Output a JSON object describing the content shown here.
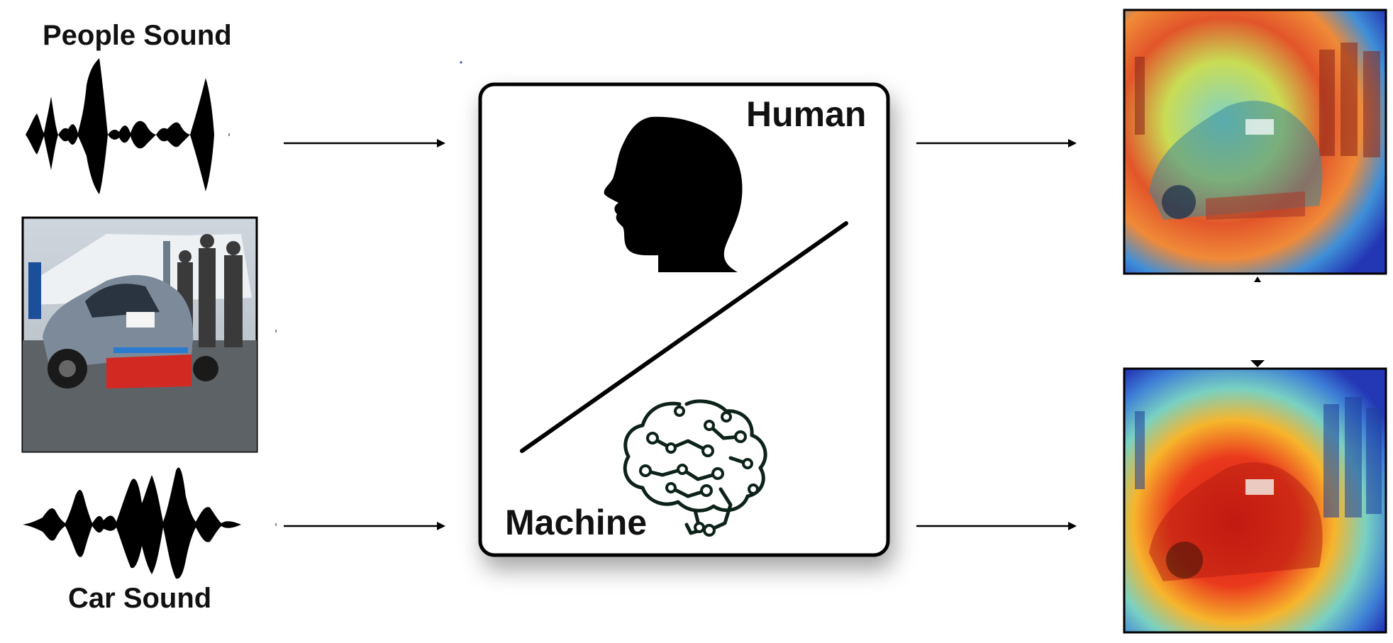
{
  "inputs": {
    "people_sound_label": "People Sound",
    "car_sound_label": "Car Sound"
  },
  "center_box": {
    "human_label": "Human",
    "machine_label": "Machine"
  },
  "colors": {
    "stroke": "#000000",
    "heat_hot": "#e8301a",
    "heat_warm": "#f7d02b",
    "heat_mid": "#53c4d9",
    "heat_cold": "#1e3db8"
  }
}
